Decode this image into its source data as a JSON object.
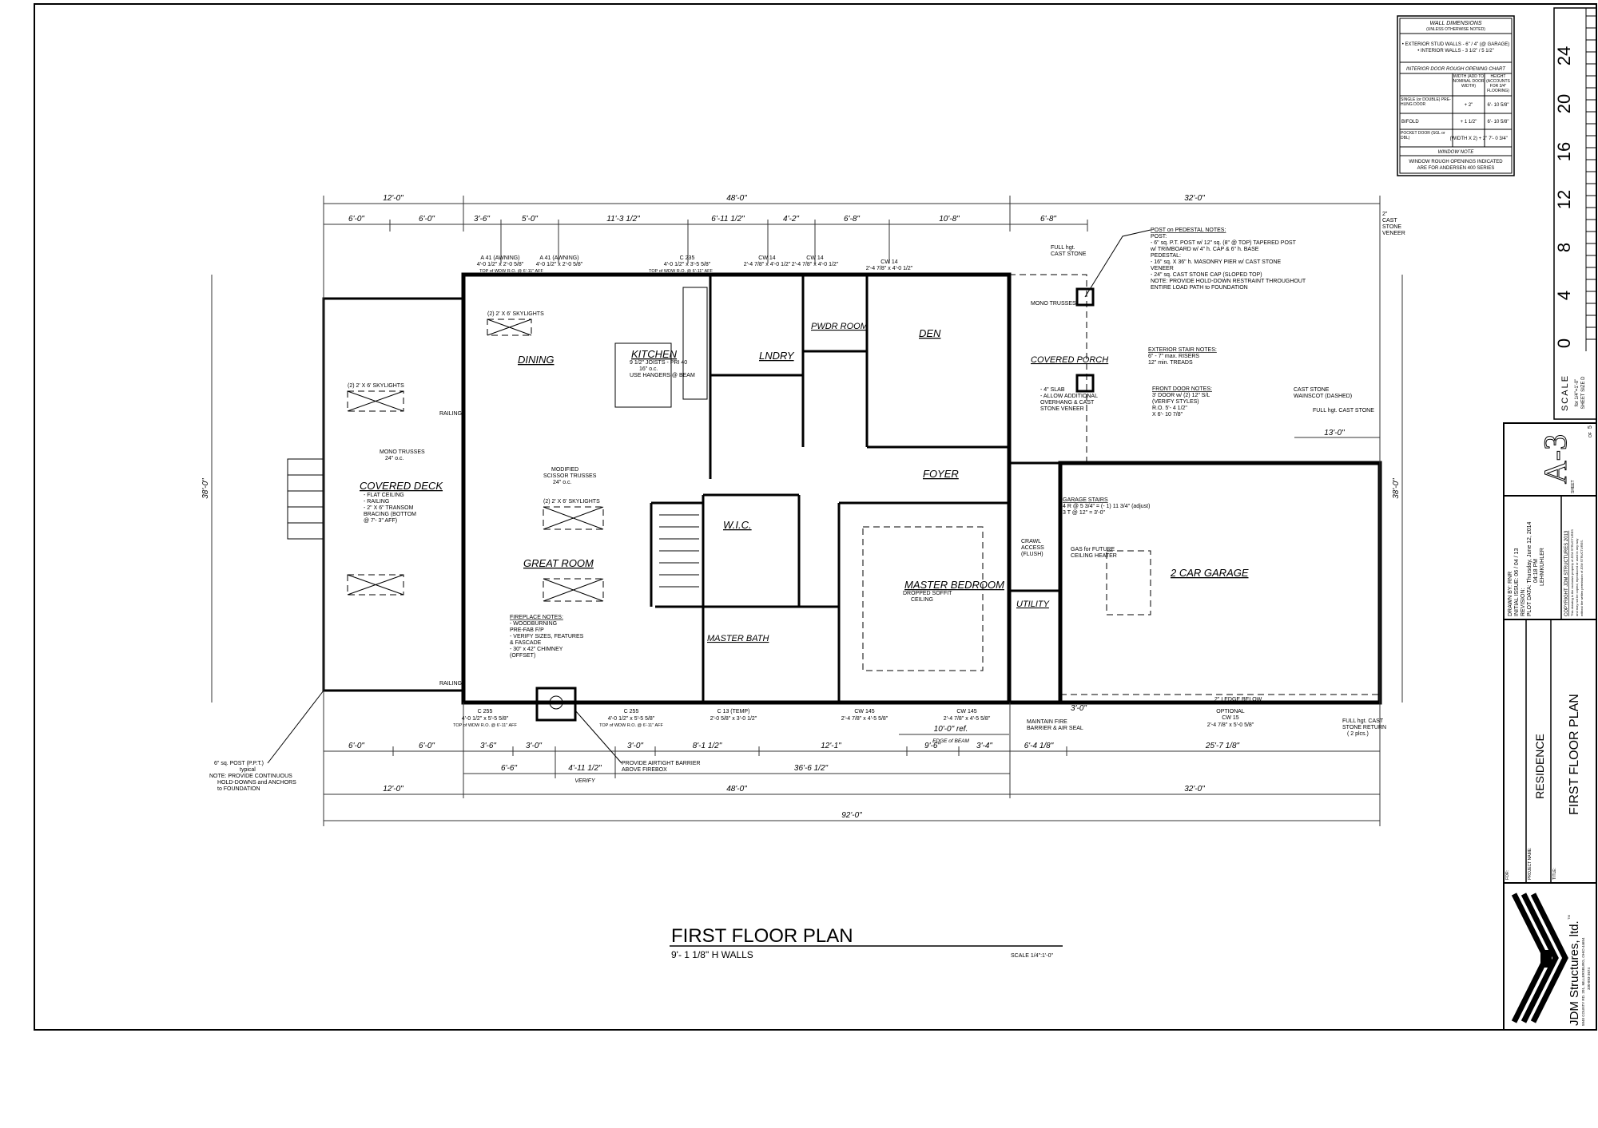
{
  "drawing": {
    "title": "FIRST FLOOR PLAN",
    "subtitle": "9'- 1 1/8\" H WALLS",
    "scale": "SCALE 1/4\":1'-0\""
  },
  "rooms": [
    "DINING",
    "KITCHEN",
    "LNDRY",
    "PWDR ROOM",
    "DEN",
    "COVERED PORCH",
    "COVERED DECK",
    "GREAT ROOM",
    "W.I.C.",
    "MASTER BATH",
    "MASTER BEDROOM",
    "FOYER",
    "UTILITY",
    "2 CAR GARAGE"
  ],
  "dims": {
    "top_overall": [
      "12'-0\"",
      "48'-0\"",
      "32'-0\""
    ],
    "top_detail": [
      "6'-0\"",
      "6'-0\"",
      "3'-6\"",
      "5'-0\"",
      "11'-3 1/2\"",
      "6'-11 1/2\"",
      "4'-2\"",
      "6'-8\"",
      "10'-8\"",
      "6'-8\""
    ],
    "bottom_detail": [
      "6'-0\"",
      "6'-0\"",
      "3'-6\"",
      "3'-0\"",
      "3'-0\"",
      "8'-1 1/2\"",
      "12'-1\"",
      "9'-6\"",
      "3'-4\"",
      "6'-4 1/8\"",
      "3'-0\"",
      "25'-7 1/8\""
    ],
    "bottom_mid": [
      "6'-6\"",
      "4'-11 1/2\"",
      "VERIFY",
      "36'-6 1/2\""
    ],
    "bottom_overall": [
      "12'-0\"",
      "48'-0\"",
      "32'-0\""
    ],
    "total": "92'-0\"",
    "left_overall": "38'-0\"",
    "right_overall": "38'-0\"",
    "garage_right": "13'-0\"",
    "edge_of_beam": "10'-0\" ref.",
    "edge_of_beam_note": "EDGE of BEAM"
  },
  "windows": {
    "top": [
      "A 41 (AWNING)",
      "4'-0 1/2\" x 2'-0 5/8\"",
      "A 41 (AWNING)",
      "4'-0 1/2\" x 2'-0 5/8\"",
      "TOP of WDW R.O. @ 6'-11\" AFF",
      "C 235",
      "4'-0 1/2\" x 3'-5 5/8\"",
      "TOP of WDW R.O. @ 6'-11\" AFF",
      "CW 14",
      "2'-4 7/8\" x 4'-0 1/2\"",
      "CW 14",
      "2'-4 7/8\" x 4'-0 1/2\"",
      "CW 14",
      "2'-4 7/8\" x 4'-0 1/2\""
    ],
    "bottom": [
      "C 255",
      "4'-0 1/2\" x 5'-5 5/8\"",
      "TOP of WDW R.O. @ 6'-11\" AFF",
      "C 255",
      "4'-0 1/2\" x 5'-5 5/8\"",
      "TOP of WDW R.O. @ 6'-11\" AFF",
      "C 13 (TEMP)",
      "2'-0 5/8\" x 3'-0 1/2\"",
      "CW 145",
      "2'-4 7/8\" x 4'-5 5/8\"",
      "CW 145",
      "2'-4 7/8\" x 4'-5 5/8\"",
      "OPTIONAL",
      "CW 15",
      "2'-4 7/8\" x 5'-0 5/8\""
    ]
  },
  "notes": {
    "post_pedestal": [
      "POST on PEDESTAL NOTES:",
      "POST:",
      "- 6\" sq. P.T. POST w/ 12\" sq. (8\" @ TOP) TAPERED POST",
      "  w/ TRIMBOARD w/ 4\" h. CAP & 6\" h. BASE",
      "PEDESTAL:",
      "- 16\" sq. X 36\" h. MASONRY PIER w/ CAST STONE",
      "  VENEER",
      "- 24\" sq. CAST STONE CAP (SLOPED TOP)",
      "NOTE: PROVIDE HOLD-DOWN RESTRAINT THROUGHOUT",
      "  ENTIRE LOAD PATH to FOUNDATION"
    ],
    "exterior_stair": [
      "EXTERIOR STAIR NOTES:",
      "6\" - 7\" max. RISERS",
      "12\" min. TREADS"
    ],
    "front_door": [
      "FRONT DOOR NOTES:",
      "3' DOOR w/ (2) 12\" S/L",
      "(VERIFY STYLES)",
      "R.O. 5'- 4 1/2\"",
      "X 6'- 10 7/8\""
    ],
    "cast_stone": [
      "CAST STONE",
      "WAINSCOT (DASHED)"
    ],
    "full_hgt": "FULL hgt. CAST STONE",
    "full_hgt_top": [
      "FULL hgt.",
      "CAST STONE"
    ],
    "cast_stone_veneer": [
      "2\"",
      "CAST",
      "STONE",
      "VENEER"
    ],
    "post_typical": [
      "6\" sq. POST (P.P.T.)",
      "typical",
      "NOTE: PROVIDE CONTINUOUS",
      "HOLD-DOWNS and ANCHORS",
      "to FOUNDATION"
    ],
    "fireplace": [
      "FIREPLACE NOTES:",
      "- WOODBURNING",
      "  PRE-FAB F/P",
      "- VERIFY SIZES, FEATURES",
      "  & FASCADE",
      "- 30\" x 42\" CHIMNEY",
      "  (OFFSET)"
    ],
    "airtight": [
      "PROVIDE AIRTIGHT BARRIER",
      "ABOVE FIREBOX"
    ],
    "fire_barrier": [
      "MAINTAIN FIRE",
      "BARRIER & AIR SEAL"
    ],
    "garage_stairs": [
      "GARAGE STAIRS",
      "4 R @ 5 3/4\" = (- 1) 11 3/4\" (adjust)",
      "3 T @ 12\" = 3'-0\""
    ],
    "porch_slab": [
      "- 4\" SLAB",
      "- ALLOW ADDITIONAL",
      "  OVERHANG & CAST",
      "  STONE VENEER"
    ],
    "deck": [
      "- FLAT CEILING",
      "- RAILING",
      "- 2\" X 6\" TRANSOM",
      "  BRACING (BOTTOM",
      "  @ 7'- 3\" AFF)"
    ],
    "mono_trusses": "MONO TRUSSES",
    "mono_trusses_oc": "24\" o.c.",
    "ledge_below": "2\" LEDGE BELOW",
    "full_hgt_return": [
      "FULL hgt. CAST",
      "STONE RETURN",
      "( 2 plcs.)"
    ],
    "railing": "RAILING",
    "skylights": "(2) 2' X 6' SKYLIGHTS",
    "kitchen_joists": [
      "9 1/2\" JOISTS - PRI 40",
      "16\" o.c.",
      "USE HANGERS @ BEAM"
    ],
    "scissor": [
      "MODIFIED",
      "SCISSOR TRUSSES",
      "24\" o.c."
    ],
    "dropped_soffit": [
      "DROPPED SOFFIT",
      "CEILING"
    ],
    "crawl": [
      "CRAWL",
      "ACCESS",
      "(FLUSH)"
    ],
    "gas": [
      "GAS for FUTURE",
      "CEILING HEATER"
    ]
  },
  "wall_table": {
    "title": "WALL DIMENSIONS",
    "subtitle": "(UNLESS OTHERWISE NOTED)",
    "lines": [
      "• EXTERIOR STUD WALLS - 6\" / 4\" (@ GARAGE)",
      "• INTERIOR WALLS - 3 1/2\" / 5 1/2\""
    ],
    "door_chart_title": "INTERIOR DOOR ROUGH OPENING CHART",
    "headers": [
      "WIDTH (ADD TO NOMINAL DOOR WIDTH)",
      "HEIGHT (ACCOUNTS FOR 3/4\" FLOORING)"
    ],
    "rows": [
      {
        "type": "SINGLE (or DOUBLE) PRE-HUNG DOOR",
        "width": "+ 2\"",
        "height": "6'- 10 5/8\""
      },
      {
        "type": "BIFOLD",
        "width": "+ 1 1/2\"",
        "height": "6'- 10 5/8\""
      },
      {
        "type": "POCKET DOOR (SGL or DBL)",
        "width": "(WIDTH X 2) + 2\"",
        "height": "7'- 0 3/4\""
      }
    ],
    "window_note_title": "WINDOW NOTE",
    "window_note": [
      "WINDOW ROUGH OPENINGS INDICATED",
      "ARE FOR ANDERSEN 400 SERIES"
    ]
  },
  "scale_ruler": {
    "ticks": [
      "24",
      "20",
      "16",
      "12",
      "8",
      "4",
      "0"
    ],
    "label": "SCALE",
    "sub": [
      "for 1/4\"=1'-0\"",
      "SHEET SIZE D"
    ]
  },
  "title_block": {
    "sheet_label": "SHEET",
    "sheet": "A-3",
    "of_label": "OF",
    "of": "5",
    "drawn_by": "DRAWN BY:  RNR",
    "initial_issue": "INITIAL ISSUE:  06 / 04 / 13",
    "revision": "REVISION:",
    "plot_data": "PLOT DATA:  Thursday, June 12, 2014",
    "plot_time": "04:18 PM",
    "plot_user": "LEHMKUHLER",
    "copyright": "COPYRIGHT JDM STRUCTURES 2013",
    "copyright_text": [
      "This drawing is the exclusive property of JDM STRUCTURES",
      "and may not be copied, reproduced or used in any way",
      "without the written permission of JDM STRUCTURES."
    ],
    "for_label": "FOR:",
    "project_label": "PROJECT NAME:",
    "project": "RESIDENCE",
    "title_label": "TITLE:",
    "title": "FIRST FLOOR PLAN",
    "company": "JDM Structures, ltd.",
    "tm": "TM",
    "address": "5840 COUNTY RD. 201, MILLERSBURG, OHIO 44654",
    "phone": "330-893-3674"
  }
}
